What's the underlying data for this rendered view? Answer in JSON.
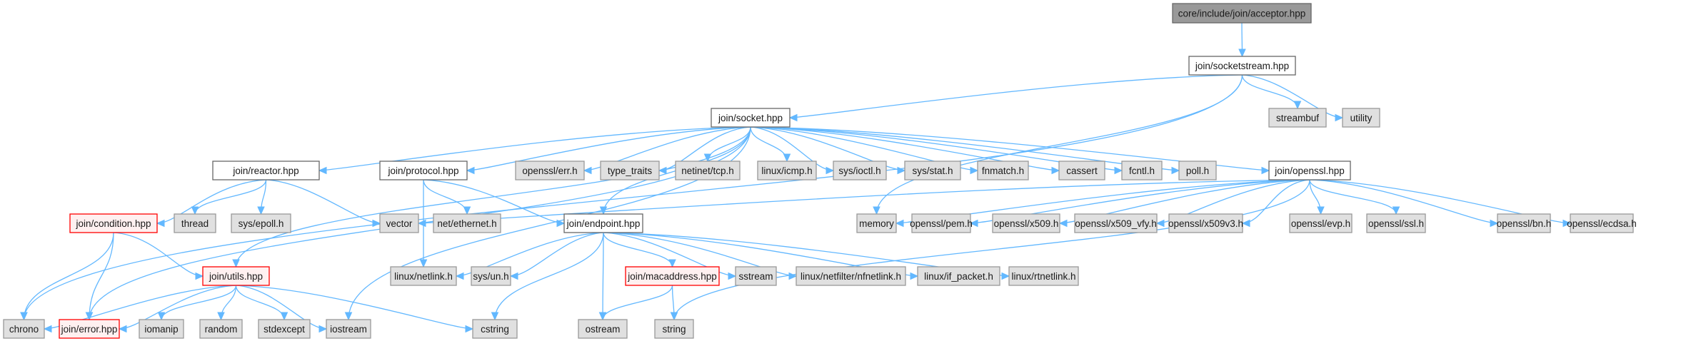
{
  "title": "core/include/join/acceptor.hpp",
  "colors": {
    "edge": "#63b8ff",
    "root_fill": "#999999",
    "root_stroke": "#666666",
    "documented_fill": "#ffffff",
    "documented_stroke": "#666666",
    "external_fill": "#e0e0e0",
    "external_stroke": "#999999",
    "truncated_fill": "#fff0f0",
    "truncated_stroke": "#ff0000"
  },
  "nodes": [
    {
      "id": "acceptor",
      "label": "core/include/join/acceptor.hpp",
      "kind": "root"
    },
    {
      "id": "socketstream",
      "label": "join/socketstream.hpp",
      "kind": "documented"
    },
    {
      "id": "socket",
      "label": "join/socket.hpp",
      "kind": "documented"
    },
    {
      "id": "streambuf",
      "label": "streambuf",
      "kind": "external"
    },
    {
      "id": "utility",
      "label": "utility",
      "kind": "external"
    },
    {
      "id": "reactor",
      "label": "join/reactor.hpp",
      "kind": "documented"
    },
    {
      "id": "protocol",
      "label": "join/protocol.hpp",
      "kind": "documented"
    },
    {
      "id": "openssl_err",
      "label": "openssl/err.h",
      "kind": "external"
    },
    {
      "id": "type_traits",
      "label": "type_traits",
      "kind": "external"
    },
    {
      "id": "netinet_tcp",
      "label": "netinet/tcp.h",
      "kind": "external"
    },
    {
      "id": "linux_icmp",
      "label": "linux/icmp.h",
      "kind": "external"
    },
    {
      "id": "sys_ioctl",
      "label": "sys/ioctl.h",
      "kind": "external"
    },
    {
      "id": "sys_stat",
      "label": "sys/stat.h",
      "kind": "external"
    },
    {
      "id": "fnmatch",
      "label": "fnmatch.h",
      "kind": "external"
    },
    {
      "id": "cassert",
      "label": "cassert",
      "kind": "external"
    },
    {
      "id": "fcntl",
      "label": "fcntl.h",
      "kind": "external"
    },
    {
      "id": "poll",
      "label": "poll.h",
      "kind": "external"
    },
    {
      "id": "openssl_hpp",
      "label": "join/openssl.hpp",
      "kind": "documented"
    },
    {
      "id": "condition",
      "label": "join/condition.hpp",
      "kind": "truncated"
    },
    {
      "id": "thread",
      "label": "thread",
      "kind": "external"
    },
    {
      "id": "sys_epoll",
      "label": "sys/epoll.h",
      "kind": "external"
    },
    {
      "id": "vector",
      "label": "vector",
      "kind": "external"
    },
    {
      "id": "net_ethernet",
      "label": "net/ethernet.h",
      "kind": "external"
    },
    {
      "id": "endpoint",
      "label": "join/endpoint.hpp",
      "kind": "documented"
    },
    {
      "id": "memory",
      "label": "memory",
      "kind": "external"
    },
    {
      "id": "openssl_pem",
      "label": "openssl/pem.h",
      "kind": "external"
    },
    {
      "id": "openssl_x509",
      "label": "openssl/x509.h",
      "kind": "external"
    },
    {
      "id": "openssl_x509_vfy",
      "label": "openssl/x509_vfy.h",
      "kind": "external"
    },
    {
      "id": "openssl_x509v3",
      "label": "openssl/x509v3.h",
      "kind": "external"
    },
    {
      "id": "openssl_evp",
      "label": "openssl/evp.h",
      "kind": "external"
    },
    {
      "id": "openssl_ssl",
      "label": "openssl/ssl.h",
      "kind": "external"
    },
    {
      "id": "openssl_bn",
      "label": "openssl/bn.h",
      "kind": "external"
    },
    {
      "id": "openssl_ecdsa",
      "label": "openssl/ecdsa.h",
      "kind": "external"
    },
    {
      "id": "utils",
      "label": "join/utils.hpp",
      "kind": "truncated"
    },
    {
      "id": "linux_netlink",
      "label": "linux/netlink.h",
      "kind": "external"
    },
    {
      "id": "sys_un",
      "label": "sys/un.h",
      "kind": "external"
    },
    {
      "id": "macaddress",
      "label": "join/macaddress.hpp",
      "kind": "truncated"
    },
    {
      "id": "sstream",
      "label": "sstream",
      "kind": "external"
    },
    {
      "id": "linux_nfnetlink",
      "label": "linux/netfilter/nfnetlink.h",
      "kind": "external"
    },
    {
      "id": "linux_if_packet",
      "label": "linux/if_packet.h",
      "kind": "external"
    },
    {
      "id": "linux_rtnetlink",
      "label": "linux/rtnetlink.h",
      "kind": "external"
    },
    {
      "id": "chrono",
      "label": "chrono",
      "kind": "external"
    },
    {
      "id": "error",
      "label": "join/error.hpp",
      "kind": "truncated"
    },
    {
      "id": "iomanip",
      "label": "iomanip",
      "kind": "external"
    },
    {
      "id": "random",
      "label": "random",
      "kind": "external"
    },
    {
      "id": "stdexcept",
      "label": "stdexcept",
      "kind": "external"
    },
    {
      "id": "iostream",
      "label": "iostream",
      "kind": "external"
    },
    {
      "id": "cstring",
      "label": "cstring",
      "kind": "external"
    },
    {
      "id": "ostream",
      "label": "ostream",
      "kind": "external"
    },
    {
      "id": "string",
      "label": "string",
      "kind": "external"
    }
  ],
  "edges": [
    [
      "acceptor",
      "socketstream"
    ],
    [
      "socketstream",
      "socket"
    ],
    [
      "socketstream",
      "streambuf"
    ],
    [
      "socketstream",
      "utility"
    ],
    [
      "socketstream",
      "chrono"
    ],
    [
      "socketstream",
      "memory"
    ],
    [
      "socket",
      "reactor"
    ],
    [
      "socket",
      "protocol"
    ],
    [
      "socket",
      "openssl_err"
    ],
    [
      "socket",
      "type_traits"
    ],
    [
      "socket",
      "netinet_tcp"
    ],
    [
      "socket",
      "linux_icmp"
    ],
    [
      "socket",
      "sys_ioctl"
    ],
    [
      "socket",
      "sys_stat"
    ],
    [
      "socket",
      "fnmatch"
    ],
    [
      "socket",
      "cassert"
    ],
    [
      "socket",
      "fcntl"
    ],
    [
      "socket",
      "poll"
    ],
    [
      "socket",
      "openssl_hpp"
    ],
    [
      "socket",
      "endpoint"
    ],
    [
      "socket",
      "utils"
    ],
    [
      "socket",
      "error"
    ],
    [
      "socket",
      "iostream"
    ],
    [
      "reactor",
      "condition"
    ],
    [
      "reactor",
      "thread"
    ],
    [
      "reactor",
      "sys_epoll"
    ],
    [
      "reactor",
      "vector"
    ],
    [
      "protocol",
      "net_ethernet"
    ],
    [
      "protocol",
      "endpoint"
    ],
    [
      "protocol",
      "linux_netlink"
    ],
    [
      "openssl_hpp",
      "vector"
    ],
    [
      "openssl_hpp",
      "memory"
    ],
    [
      "openssl_hpp",
      "openssl_pem"
    ],
    [
      "openssl_hpp",
      "openssl_x509"
    ],
    [
      "openssl_hpp",
      "openssl_x509_vfy"
    ],
    [
      "openssl_hpp",
      "openssl_x509v3"
    ],
    [
      "openssl_hpp",
      "openssl_evp"
    ],
    [
      "openssl_hpp",
      "openssl_ssl"
    ],
    [
      "openssl_hpp",
      "openssl_bn"
    ],
    [
      "openssl_hpp",
      "openssl_ecdsa"
    ],
    [
      "openssl_hpp",
      "string"
    ],
    [
      "condition",
      "utils"
    ],
    [
      "condition",
      "error"
    ],
    [
      "condition",
      "chrono"
    ],
    [
      "endpoint",
      "linux_netlink"
    ],
    [
      "endpoint",
      "sys_un"
    ],
    [
      "endpoint",
      "macaddress"
    ],
    [
      "endpoint",
      "sstream"
    ],
    [
      "endpoint",
      "linux_nfnetlink"
    ],
    [
      "endpoint",
      "linux_if_packet"
    ],
    [
      "endpoint",
      "linux_rtnetlink"
    ],
    [
      "endpoint",
      "cstring"
    ],
    [
      "endpoint",
      "ostream"
    ],
    [
      "utils",
      "chrono"
    ],
    [
      "utils",
      "error"
    ],
    [
      "utils",
      "iomanip"
    ],
    [
      "utils",
      "random"
    ],
    [
      "utils",
      "stdexcept"
    ],
    [
      "utils",
      "iostream"
    ],
    [
      "utils",
      "cstring"
    ],
    [
      "macaddress",
      "ostream"
    ],
    [
      "macaddress",
      "string"
    ]
  ]
}
